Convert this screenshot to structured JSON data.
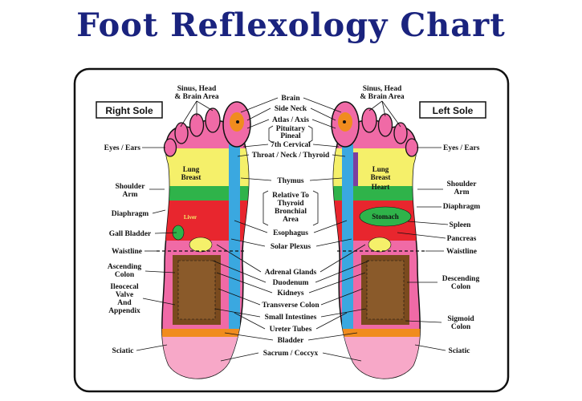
{
  "title": "Foot Reflexology Chart",
  "right_sole_label": "Right Sole",
  "left_sole_label": "Left Sole",
  "left_labels": {
    "eyes_ears": "Eyes / Ears",
    "shoulder": "Shoulder",
    "arm": "Arm",
    "diaphragm": "Diaphragm",
    "gall_bladder": "Gall Bladder",
    "waistline": "Waistline",
    "ascending": "Ascending",
    "colon": "Colon",
    "ileocecal": "Ileocecal",
    "valve": "Valve",
    "and": "And",
    "appendix": "Appendix",
    "sciatic": "Sciatic"
  },
  "sinus_head_brain_l1": "Sinus, Head",
  "sinus_head_brain_l2": "& Brain Area",
  "center_labels": {
    "brain": "Brain",
    "side_neck": "Side Neck",
    "atlas_axis": "Atlas / Axis",
    "pituitary": "Pituitary",
    "pineal": "Pineal",
    "seventh_cervical": "7th Cervical",
    "throat_neck_thyroid": "Throat / Neck / Thyroid",
    "thymus": "Thymus",
    "relative_to": "Relative To",
    "thyroid": "Thyroid",
    "bronchial": "Bronchial",
    "area": "Area",
    "esophagus": "Esophagus",
    "solar_plexus": "Solar Plexus",
    "adrenal_glands": "Adrenal Glands",
    "duodenum": "Duodenum",
    "kidneys": "Kidneys",
    "transverse_colon": "Transverse Colon",
    "small_intestines": "Small Intestines",
    "ureter_tubes": "Ureter Tubes",
    "bladder": "Bladder",
    "sacrum_coccyx": "Sacrum / Coccyx"
  },
  "right_labels": {
    "eyes_ears": "Eyes / Ears",
    "shoulder": "Shoulder",
    "arm": "Arm",
    "diaphragm": "Diaphragm",
    "spleen": "Spleen",
    "pancreas": "Pancreas",
    "waistline": "Waistline",
    "descending": "Descending",
    "colon": "Colon",
    "sigmoid": "Sigmoid",
    "colon2": "Colon",
    "sciatic": "Sciatic"
  },
  "organ_labels": {
    "lung": "Lung",
    "breast": "Breast",
    "liver": "Liver",
    "heart": "Heart",
    "stomach": "Stomach"
  },
  "colors": {
    "title": "#1a237e",
    "pink": "#f06aa6",
    "light_pink": "#f7a8c8",
    "yellow": "#f5f06a",
    "green": "#2fb34a",
    "red": "#e8262e",
    "orange": "#f08c1e",
    "brown": "#7a4a1e",
    "blue": "#3aa8e0",
    "purple": "#7b3fa0"
  }
}
